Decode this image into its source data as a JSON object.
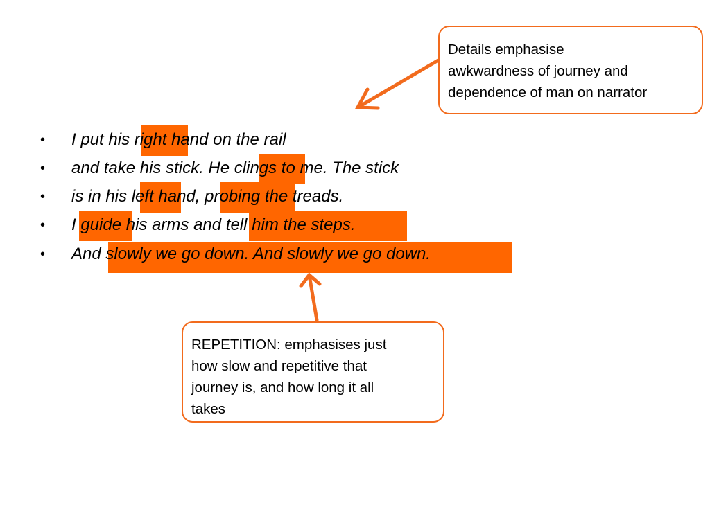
{
  "colors": {
    "accent": "#f26b1d",
    "highlight": "#ff6600",
    "text": "#000000",
    "background": "#ffffff"
  },
  "callouts": {
    "details": {
      "lines": [
        "Details emphasise",
        "awkwardness of journey and",
        "dependence of man on narrator"
      ]
    },
    "repetition": {
      "lines": [
        "REPETITION: emphasises just",
        "how slow and repetitive that",
        "journey is, and how long it all",
        "takes"
      ]
    }
  },
  "bullet_marker": "•",
  "poem_lines": [
    "I put his right hand on the rail",
    "and take his stick. He clings to me. The stick",
    "is in his left hand, probing the treads.",
    "I guide his arms and tell him the steps.",
    "And slowly we go down. And slowly we go down."
  ],
  "highlighted_words": [
    "right",
    "clings",
    "left h",
    "probing",
    "guide",
    "tell him the steps.",
    "slowly we go down. And slowly we go down."
  ],
  "arrows": [
    {
      "from": "details-callout",
      "to": "poem-lines"
    },
    {
      "from": "repetition-callout",
      "to": "line-5"
    }
  ]
}
